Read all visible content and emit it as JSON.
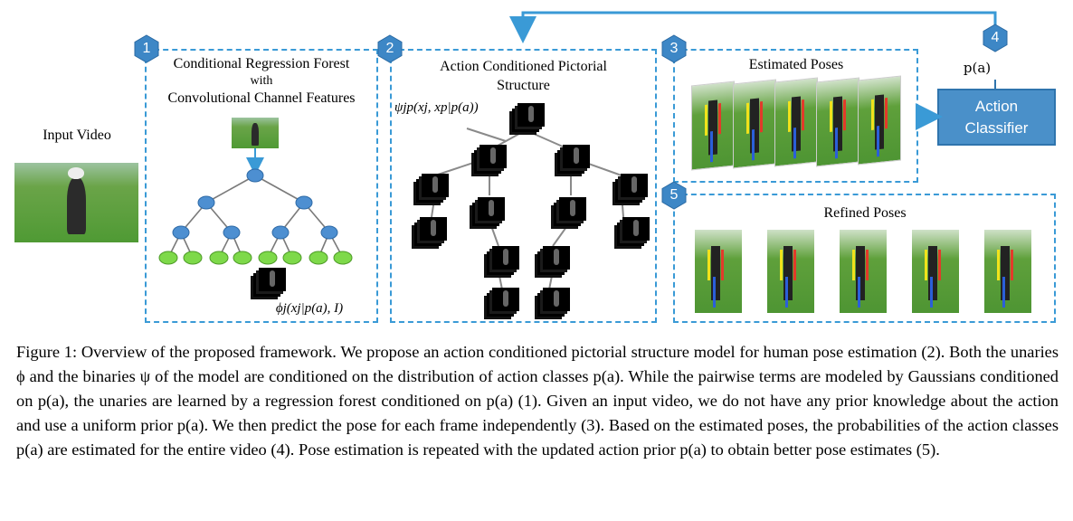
{
  "labels": {
    "input_video": "Input Video",
    "box1_title_line1": "Conditional Regression Forest",
    "box1_title_line2": "with",
    "box1_title_line3": "Convolutional Channel Features",
    "box1_formula": "ϕj(xj|p(a), I)",
    "box2_title_line1": "Action Conditioned Pictorial",
    "box2_title_line2": "Structure",
    "box2_formula": "ψjp(xj, xp|p(a))",
    "box3_title": "Estimated Poses",
    "box4_label": "p(a)",
    "classifier_line1": "Action",
    "classifier_line2": "Classifier",
    "box5_title": "Refined Poses"
  },
  "badges": [
    "1",
    "2",
    "3",
    "4",
    "5"
  ],
  "caption": "Figure 1: Overview of the proposed framework. We propose an action conditioned pictorial structure model for human pose estimation (2). Both the unaries ϕ and the binaries ψ of the model are conditioned on the distribution of action classes p(a). While the pairwise terms are modeled by Gaussians conditioned on p(a), the unaries are learned by a regression forest conditioned on p(a) (1). Given an input video, we do not have any prior knowledge about the action and use a uniform prior p(a). We then predict the pose for each frame independently (3). Based on the estimated poses, the probabilities of the action classes p(a) are estimated for the entire video (4). Pose estimation is repeated with the updated action prior p(a) to obtain better pose estimates (5).",
  "colors": {
    "accent": "#3a9ad6",
    "badge_fill": "#3d87c6",
    "classifier_fill": "#4a90c9",
    "tree_node_blue": "#4d8fd1",
    "tree_leaf_green": "#7ed94a"
  },
  "icons": [
    "hexagon-badge-icon",
    "arrow-icon"
  ]
}
